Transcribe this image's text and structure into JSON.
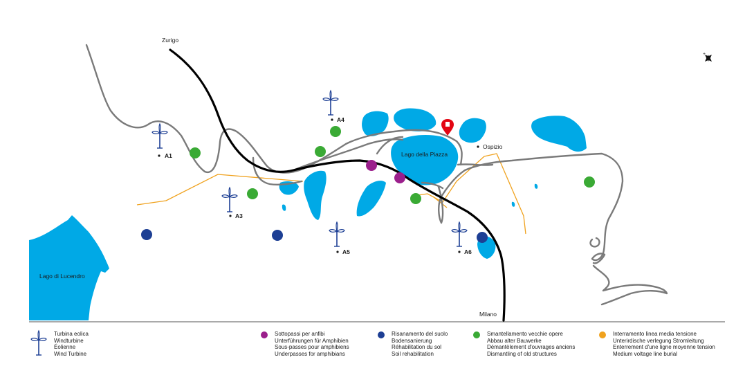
{
  "map": {
    "labels": {
      "north_end": "Zurigo",
      "south_end": "Milano",
      "lake_lucendro": "Lago di Lucendro",
      "lake_piazza": "Lago della Piazza",
      "hospice": "Ospizio"
    },
    "turbines": [
      {
        "id": "A1"
      },
      {
        "id": "A3"
      },
      {
        "id": "A4"
      },
      {
        "id": "A5"
      },
      {
        "id": "A6"
      }
    ],
    "colors": {
      "lake": "#00a9e6",
      "road": "#7a7a7a",
      "motorway": "#000000",
      "amphibian_underpass": "#9b1f8c",
      "soil_rehabilitation": "#1d3f94",
      "dismantling": "#3aaa35",
      "power_line": "#f0a21e",
      "turbine": "#1d3f94",
      "hospice_marker": "#e30613"
    }
  },
  "legend": {
    "turbine": [
      "Turbina eolica",
      "Windturbine",
      "Éolienne",
      "Wind Turbine"
    ],
    "underpass": [
      "Sottopassi per anfibi",
      "Unterführungen für Amphibien",
      "Sous-passes pour amphibiens",
      "Underpasses for amphibians"
    ],
    "soil": [
      "Risanamento del suolo",
      "Bodensanierung",
      "Réhabilitation du sol",
      "Soil rehabilitation"
    ],
    "dismantle": [
      "Smantellamento vecchie opere",
      "Abbau alter Bauwerke",
      "Démantèlement d'ouvrages anciens",
      "Dismantling of old structures"
    ],
    "powerline": [
      "Interramento linea media tensione",
      "Unterirdische verlegung Stromleitung",
      "Enterrement d'une ligne moyenne tension",
      "Medium voltage line burial"
    ]
  }
}
